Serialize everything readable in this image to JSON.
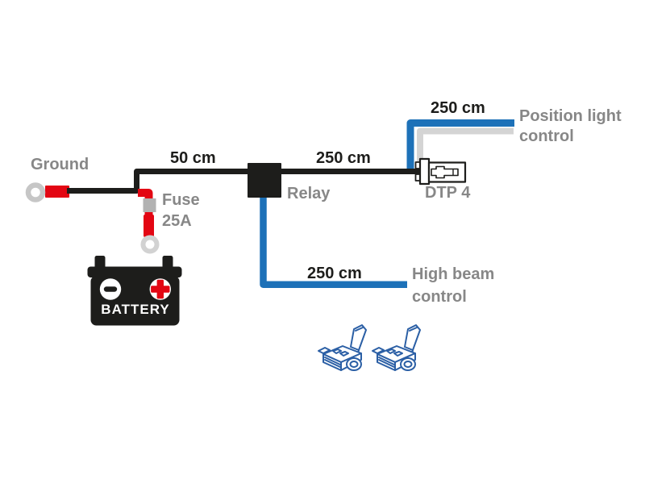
{
  "diagram": {
    "description": "Auxiliary light wiring harness diagram with battery, fuse, relay, DTP 4 connector and control wires",
    "labels": {
      "ground": "Ground",
      "fuse_line1": "Fuse",
      "fuse_line2": "25A",
      "relay": "Relay",
      "dtp": "DTP 4",
      "battery": "BATTERY",
      "position_line1": "Position light",
      "position_line2": "control",
      "highbeam_line1": "High beam",
      "highbeam_line2": "control"
    },
    "measurements": {
      "ground_to_relay": "50 cm",
      "relay_to_dtp": "250 cm",
      "position_wire": "250 cm",
      "highbeam_wire": "250 cm"
    },
    "colors": {
      "wire_black": "#1d1d1b",
      "wire_red": "#e30613",
      "wire_blue": "#1d71b8",
      "wire_light_gray": "#d4d4d4",
      "label_gray": "#878787",
      "fuse_body_gray": "#b2b2b2",
      "ring_terminal_gray": "#c6c6c6",
      "connector_line_blue": "#2b5fa5"
    },
    "icons": {
      "ground_terminal": "ring-terminal-icon",
      "fuse_terminal": "ring-terminal-icon",
      "battery": "battery-icon",
      "relay": "relay-block-icon",
      "dtp_connector": "dtp4-connector-icon",
      "quick_splice": "quick-splice-connector-icon"
    }
  }
}
